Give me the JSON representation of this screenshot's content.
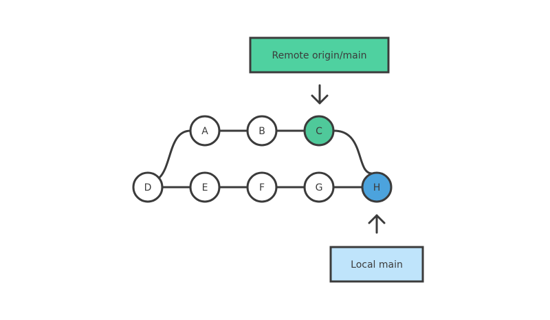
{
  "colors": {
    "stroke": "#3b3b3b",
    "node_fill": "#ffffff",
    "remote_box_fill": "#4fd1a0",
    "local_box_fill": "#bfe4fb",
    "remote_commit_fill": "#4fc99a",
    "local_commit_fill": "#4ca3dd"
  },
  "labels": {
    "remote": "Remote origin/main",
    "local": "Local main"
  },
  "commits": {
    "a": "A",
    "b": "B",
    "c": "C",
    "d": "D",
    "e": "E",
    "f": "F",
    "g": "G",
    "h": "H"
  }
}
